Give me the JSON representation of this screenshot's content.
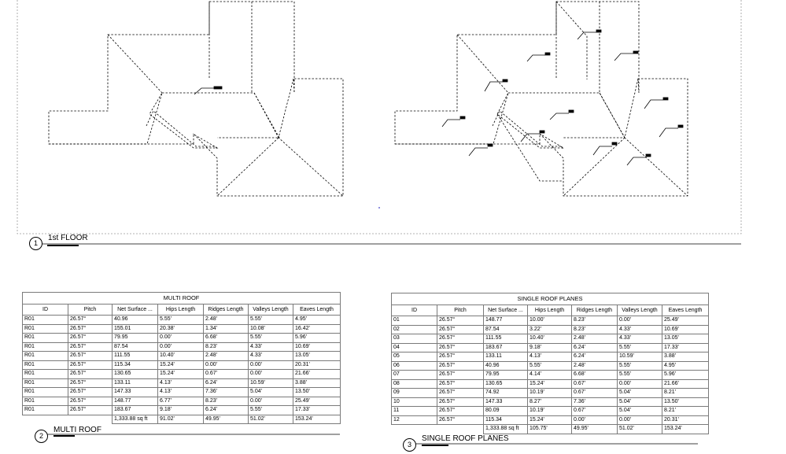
{
  "views": [
    {
      "number": "1",
      "title": "1st FLOOR"
    },
    {
      "number": "2",
      "title": "MULTI ROOF"
    },
    {
      "number": "3",
      "title": "SINGLE ROOF PLANES"
    }
  ],
  "schedule_multi": {
    "title": "MULTI ROOF",
    "columns": [
      "ID",
      "Pitch",
      "Net Surface ...",
      "Hips Length",
      "Ridges Length",
      "Valleys Length",
      "Eaves Length"
    ],
    "rows": [
      [
        "R01",
        "26.57°",
        "40.96",
        "5.55'",
        "2.48'",
        "5.55'",
        "4.95'"
      ],
      [
        "R01",
        "26.57°",
        "155.01",
        "20.38'",
        "1.34'",
        "10.08'",
        "16.42'"
      ],
      [
        "R01",
        "26.57°",
        "79.95",
        "0.00'",
        "6.68'",
        "5.55'",
        "5.96'"
      ],
      [
        "R01",
        "26.57°",
        "87.54",
        "0.00'",
        "8.23'",
        "4.33'",
        "10.69'"
      ],
      [
        "R01",
        "26.57°",
        "111.55",
        "10.40'",
        "2.48'",
        "4.33'",
        "13.05'"
      ],
      [
        "R01",
        "26.57°",
        "115.34",
        "15.24'",
        "0.00'",
        "0.00'",
        "20.31'"
      ],
      [
        "R01",
        "26.57°",
        "130.65",
        "15.24'",
        "0.67'",
        "0.00'",
        "21.66'"
      ],
      [
        "R01",
        "26.57°",
        "133.11",
        "4.13'",
        "6.24'",
        "10.59'",
        "3.88'"
      ],
      [
        "R01",
        "26.57°",
        "147.33",
        "4.13'",
        "7.36'",
        "5.04'",
        "13.50'"
      ],
      [
        "R01",
        "26.57°",
        "148.77",
        "6.77'",
        "8.23'",
        "0.00'",
        "25.49'"
      ],
      [
        "R01",
        "26.57°",
        "183.67",
        "9.18'",
        "6.24'",
        "5.55'",
        "17.33'"
      ]
    ],
    "totals": [
      "",
      "",
      "1,333.88 sq ft",
      "91.02'",
      "49.95'",
      "51.02'",
      "153.24'"
    ]
  },
  "schedule_single": {
    "title": "SINGLE ROOF PLANES",
    "columns": [
      "ID",
      "Pitch",
      "Net Surface ...",
      "Hips Length",
      "Ridges Length",
      "Valleys Length",
      "Eaves Length"
    ],
    "rows": [
      [
        "01",
        "26.57°",
        "148.77",
        "10.00'",
        "8.23'",
        "0.00'",
        "25.49'"
      ],
      [
        "02",
        "26.57°",
        "87.54",
        "3.22'",
        "8.23'",
        "4.33'",
        "10.69'"
      ],
      [
        "03",
        "26.57°",
        "111.55",
        "10.40'",
        "2.48'",
        "4.33'",
        "13.05'"
      ],
      [
        "04",
        "26.57°",
        "183.67",
        "9.18'",
        "6.24'",
        "5.55'",
        "17.33'"
      ],
      [
        "05",
        "26.57°",
        "133.11",
        "4.13'",
        "6.24'",
        "10.59'",
        "3.88'"
      ],
      [
        "06",
        "26.57°",
        "40.96",
        "5.55'",
        "2.48'",
        "5.55'",
        "4.95'"
      ],
      [
        "07",
        "26.57°",
        "79.95",
        "4.14'",
        "6.68'",
        "5.55'",
        "5.96'"
      ],
      [
        "08",
        "26.57°",
        "130.65",
        "15.24'",
        "0.67'",
        "0.00'",
        "21.66'"
      ],
      [
        "09",
        "26.57°",
        "74.92",
        "10.19'",
        "0.67'",
        "5.04'",
        "8.21'"
      ],
      [
        "10",
        "26.57°",
        "147.33",
        "8.27'",
        "7.36'",
        "5.04'",
        "13.50'"
      ],
      [
        "11",
        "26.57°",
        "80.09",
        "10.19'",
        "0.67'",
        "5.04'",
        "8.21'"
      ],
      [
        "12",
        "26.57°",
        "115.34",
        "15.24'",
        "0.00'",
        "0.00'",
        "20.31'"
      ]
    ],
    "totals": [
      "",
      "",
      "1,333.88 sq ft",
      "105.75'",
      "49.95'",
      "51.02'",
      "153.24'"
    ]
  },
  "colors": {
    "line": "#000000",
    "grid": "#7a7a7a",
    "crop": "#9a9a9a"
  }
}
